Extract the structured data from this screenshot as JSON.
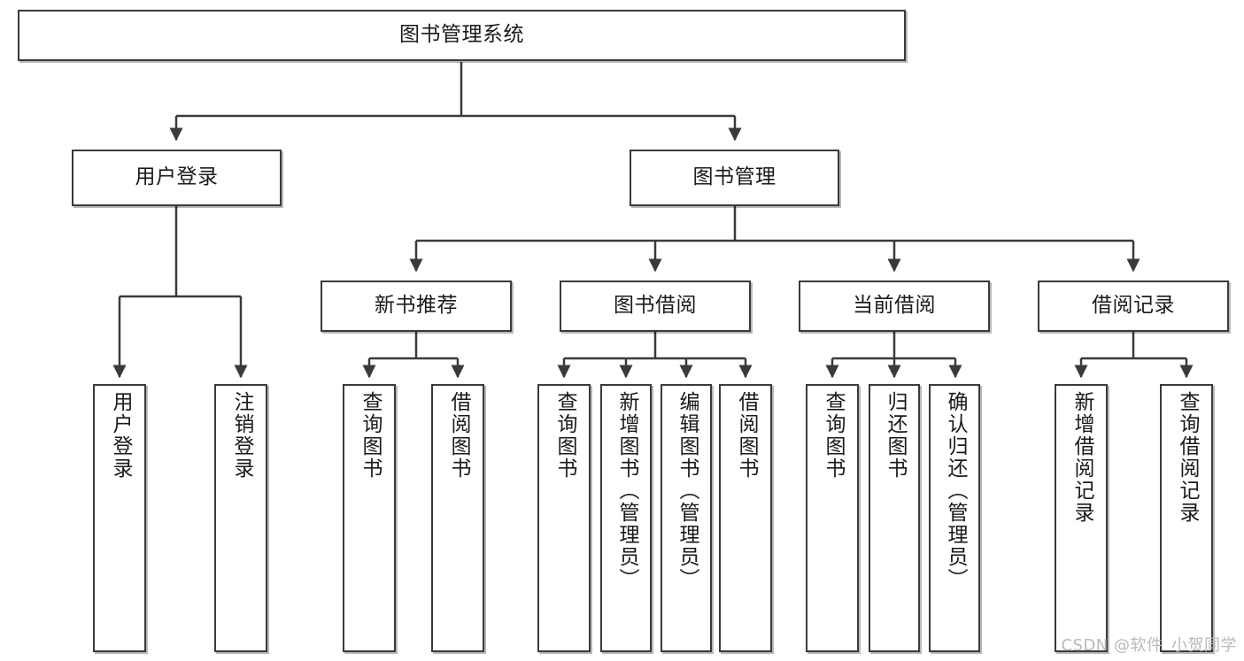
{
  "diagram": {
    "type": "tree",
    "title": "图书管理系统",
    "watermark": "CSDN @软件_小贺同学",
    "colors": {
      "box_border": "#3a3a3a",
      "box_fill": "#ffffff",
      "edge": "#3a3a3a",
      "text": "#1a1a1a",
      "watermark": "#b9b9b9",
      "background": "#ffffff"
    },
    "levels": {
      "root": {
        "label": "图书管理系统"
      },
      "level2": [
        {
          "label": "用户登录"
        },
        {
          "label": "图书管理"
        }
      ],
      "level3": [
        {
          "label": "新书推荐"
        },
        {
          "label": "图书借阅"
        },
        {
          "label": "当前借阅"
        },
        {
          "label": "借阅记录"
        }
      ],
      "leaves": {
        "user_login": [
          {
            "label": "用户登录"
          },
          {
            "label": "注销登录"
          }
        ],
        "new_book_recommend": [
          {
            "label": "查询图书"
          },
          {
            "label": "借阅图书"
          }
        ],
        "book_borrow": [
          {
            "label": "查询图书"
          },
          {
            "label": "新增图书（管理员）"
          },
          {
            "label": "编辑图书（管理员）"
          },
          {
            "label": "借阅图书"
          }
        ],
        "current_borrow": [
          {
            "label": "查询图书"
          },
          {
            "label": "归还图书"
          },
          {
            "label": "确认归还（管理员）"
          }
        ],
        "borrow_record": [
          {
            "label": "新增借阅记录"
          },
          {
            "label": "查询借阅记录"
          }
        ]
      }
    }
  }
}
